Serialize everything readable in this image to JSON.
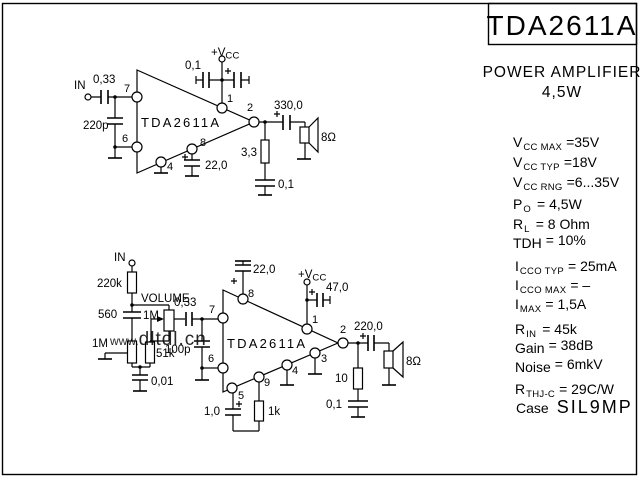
{
  "title_box": {
    "title": "TDA2611A"
  },
  "subtitle": {
    "line1": "POWER AMPLIFIER",
    "line2": "4,5W"
  },
  "specs": [
    {
      "base": "V",
      "sub": "CC MAX",
      "value": "=35V"
    },
    {
      "base": "V",
      "sub": "CC TYP",
      "value": "=18V"
    },
    {
      "base": "V",
      "sub": "CC RNG",
      "value": "=6...35V"
    },
    {
      "base": "P",
      "sub": "O",
      "value": "=  4,5W"
    },
    {
      "base": "R",
      "sub": "L",
      "value": "=  8 Ohm"
    },
    {
      "base": "TDH",
      "sub": "",
      "value": "=  10%"
    },
    {
      "base": "I",
      "sub": "CCO TYP",
      "value": "=  25mA"
    },
    {
      "base": "I",
      "sub": "CCO MAX",
      "value": "=  –"
    },
    {
      "base": "I",
      "sub": "MAX",
      "value": "=   1,5A"
    },
    {
      "base": "R",
      "sub": "IN",
      "value": "=  45k"
    },
    {
      "base": "Gain",
      "sub": "",
      "value": "=  38dB"
    },
    {
      "base": "Noise",
      "sub": "",
      "value": "=  6mkV"
    },
    {
      "base": "R",
      "sub": "THJ-C",
      "value": "=  29C/W"
    }
  ],
  "case_line": {
    "label": "Case",
    "value": "SIL9MP"
  },
  "c1": {
    "in": "IN",
    "cin": "0,33",
    "cfilter": "220p",
    "pin7": "7",
    "pin6": "6",
    "pin1": "1",
    "pin2": "2",
    "pin4": "4",
    "pin8": "8",
    "ic": "TDA2611A",
    "vcc_base": "+V",
    "vcc_sub": "CC",
    "cdec": "0,1",
    "cout": "330,0",
    "spk": "8Ω",
    "c8": "22,0",
    "rz": "3,3",
    "cz": "0,1"
  },
  "c2": {
    "in": "IN",
    "rin": "220k",
    "c560": "560",
    "volume": "VOLUME",
    "pot": "1M",
    "cin": "0,33",
    "r1m": "1M",
    "r51k": "51k",
    "c100p": "100p",
    "c001": "0,01",
    "pin7": "7",
    "pin6": "6",
    "pin8": "8",
    "pin1": "1",
    "pin2": "2",
    "pin3": "3",
    "pin4": "4",
    "pin9": "9",
    "pin5": "5",
    "ic": "TDA2611A",
    "c8": "22,0",
    "vcc_base": "+V",
    "vcc_sub": "CC",
    "cdec": "47,0",
    "cout": "220,0",
    "spk": "8Ω",
    "r10": "10",
    "c01": "0,1",
    "c5": "1,0",
    "r1k": "1k"
  },
  "watermark": {
    "part1": "www.",
    "part2": "dltdl.cn"
  }
}
